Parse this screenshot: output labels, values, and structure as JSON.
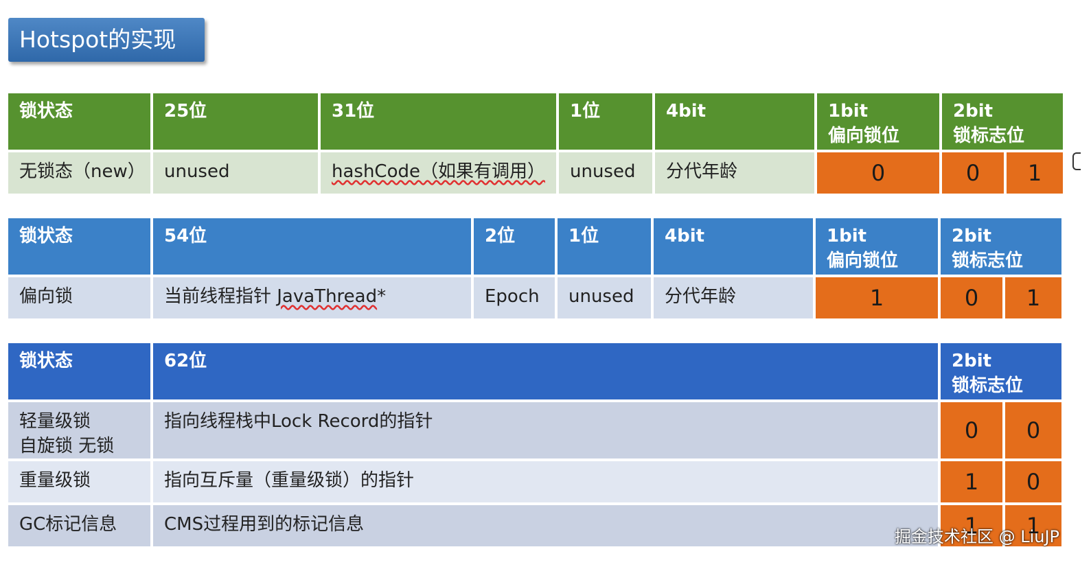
{
  "title": "Hotspot的实现",
  "table1": {
    "headers": [
      "锁状态",
      "25位",
      "31位",
      "1位",
      "4bit",
      "1bit",
      "偏向锁位",
      "2bit",
      "锁标志位"
    ],
    "row": [
      "无锁态（new）",
      "unused",
      "hashCode（如果有调用）",
      "unused",
      "分代年龄",
      "0",
      "0",
      "1"
    ]
  },
  "table2": {
    "headers": [
      "锁状态",
      "54位",
      "2位",
      "1位",
      "4bit",
      "1bit",
      "偏向锁位",
      "2bit",
      "锁标志位"
    ],
    "row": [
      "偏向锁",
      "当前线程指针 ",
      "JavaThread",
      "*",
      "Epoch",
      "unused",
      "分代年龄",
      "1",
      "0",
      "1"
    ]
  },
  "table3": {
    "headers": [
      "锁状态",
      "62位",
      "2bit",
      "锁标志位"
    ],
    "rows": [
      {
        "state": [
          "轻量级锁",
          "自旋锁 无锁"
        ],
        "desc": "指向线程栈中Lock Record的指针",
        "bits": [
          "0",
          "0"
        ]
      },
      {
        "state": [
          "重量级锁"
        ],
        "desc": "指向互斥量（重量级锁）的指针",
        "bits": [
          "1",
          "0"
        ]
      },
      {
        "state": [
          "GC标记信息"
        ],
        "desc": "CMS过程用到的标记信息",
        "bits": [
          "1",
          "1"
        ]
      }
    ]
  },
  "watermark": "掘金技术社区 @ LiuJP",
  "colors": {
    "green_header": "#56922f",
    "blue_header": "#3b81c8",
    "dark_blue_header": "#2f67c3",
    "bit_cell": "#e46d1b"
  }
}
